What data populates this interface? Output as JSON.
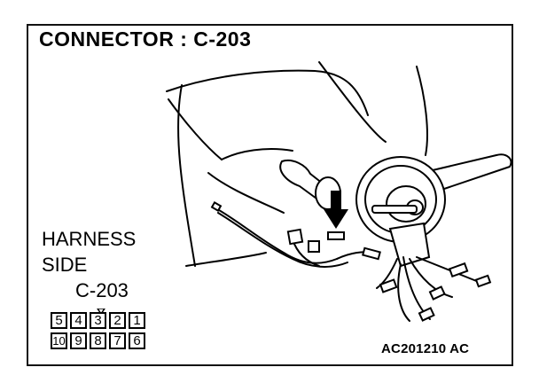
{
  "title": "CONNECTOR : C-203",
  "harness_label": {
    "line1": "HARNESS",
    "line2": "SIDE",
    "line3": "C-203"
  },
  "connector": {
    "top_row": [
      "5",
      "4",
      "3",
      "2",
      "1"
    ],
    "bottom_row": [
      "10",
      "9",
      "8",
      "7",
      "6"
    ]
  },
  "reference_code": "AC201210 AC"
}
